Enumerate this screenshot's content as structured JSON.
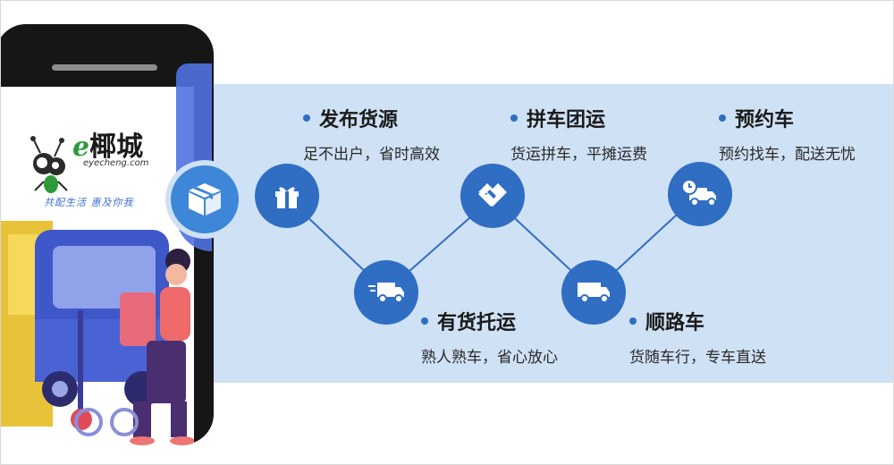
{
  "logo": {
    "name": "椰城",
    "prefix": "e",
    "url": "eyecheng.com",
    "slogan": "共配生活  惠及你我"
  },
  "colors": {
    "accent": "#2f6ec2",
    "band": "#cfe1f4"
  },
  "services": [
    {
      "title": "发布货源",
      "desc": "足不出户，省时高效",
      "icon": "gift-icon"
    },
    {
      "title": "有货托运",
      "desc": "熟人熟车，省心放心",
      "icon": "fast-truck-icon"
    },
    {
      "title": "拼车团运",
      "desc": "货运拼车，平摊运费",
      "icon": "handshake-icon"
    },
    {
      "title": "顺路车",
      "desc": "货随车行，专车直送",
      "icon": "truck-icon"
    },
    {
      "title": "预约车",
      "desc": "预约找车，配送无忧",
      "icon": "clock-truck-icon"
    }
  ],
  "hub_icon": "box-icon"
}
